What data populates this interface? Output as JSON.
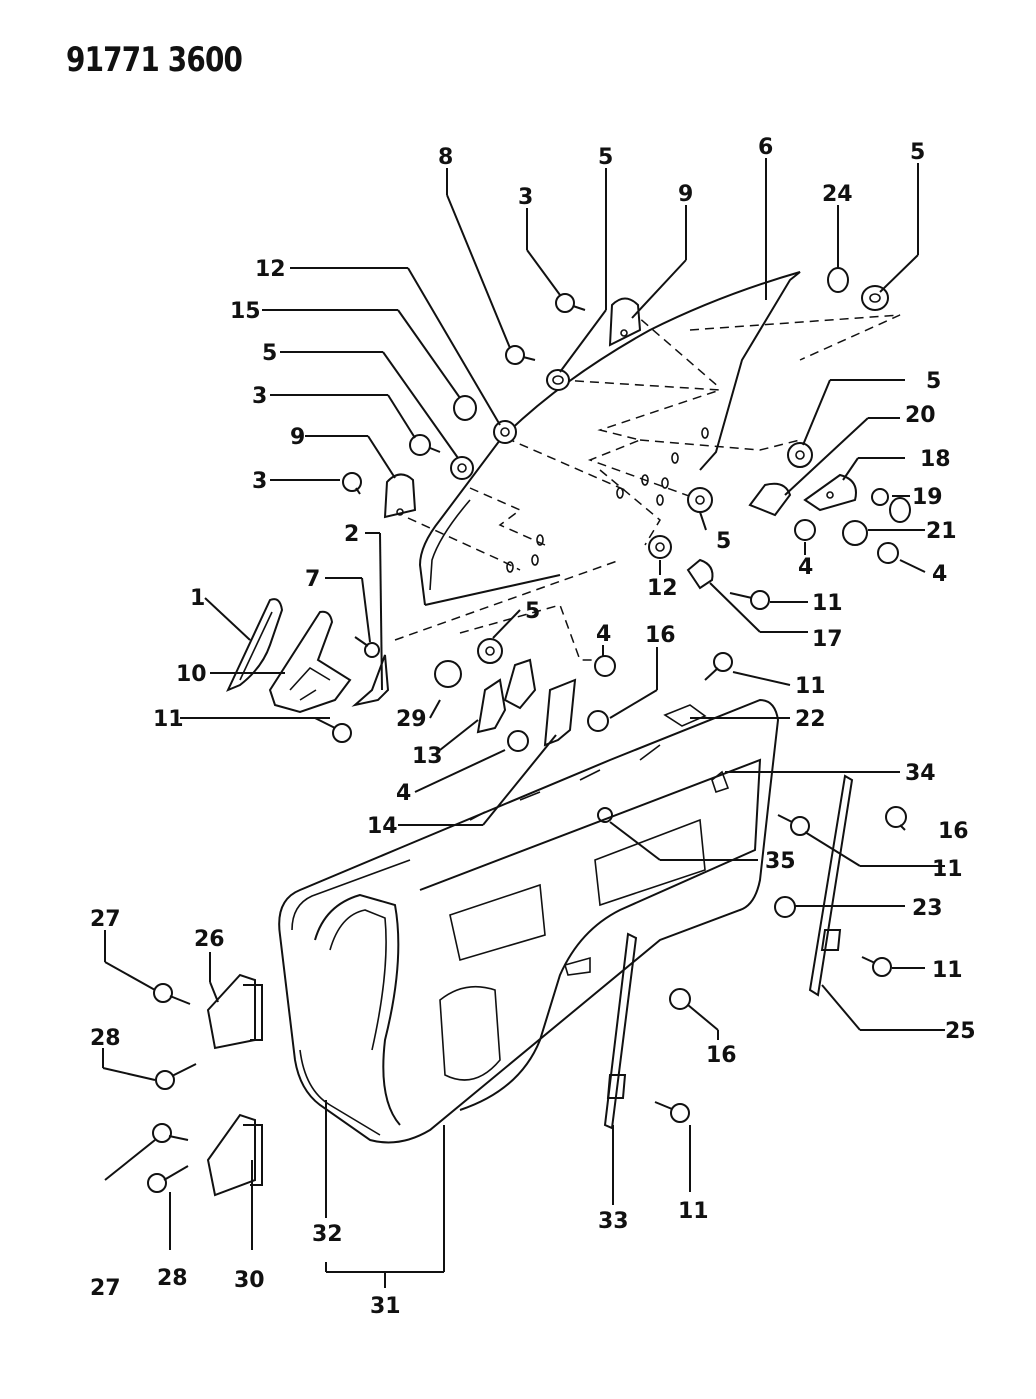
{
  "drawing_number": "91771 3600",
  "callouts": [
    {
      "id": "c8",
      "label": "8"
    },
    {
      "id": "c5a",
      "label": "5"
    },
    {
      "id": "c6",
      "label": "6"
    },
    {
      "id": "c5b",
      "label": "5"
    },
    {
      "id": "c3a",
      "label": "3"
    },
    {
      "id": "c9a",
      "label": "9"
    },
    {
      "id": "c24",
      "label": "24"
    },
    {
      "id": "c12a",
      "label": "12"
    },
    {
      "id": "c15",
      "label": "15"
    },
    {
      "id": "c5c",
      "label": "5"
    },
    {
      "id": "c3b",
      "label": "3"
    },
    {
      "id": "c5d",
      "label": "5"
    },
    {
      "id": "c20",
      "label": "20"
    },
    {
      "id": "c9b",
      "label": "9"
    },
    {
      "id": "c18",
      "label": "18"
    },
    {
      "id": "c3c",
      "label": "3"
    },
    {
      "id": "c19",
      "label": "19"
    },
    {
      "id": "c5e",
      "label": "5"
    },
    {
      "id": "c21",
      "label": "21"
    },
    {
      "id": "c2",
      "label": "2"
    },
    {
      "id": "c4a",
      "label": "4"
    },
    {
      "id": "c4b",
      "label": "4"
    },
    {
      "id": "c12b",
      "label": "12"
    },
    {
      "id": "c7",
      "label": "7"
    },
    {
      "id": "c11a",
      "label": "11"
    },
    {
      "id": "c1",
      "label": "1"
    },
    {
      "id": "c17",
      "label": "17"
    },
    {
      "id": "c5f",
      "label": "5"
    },
    {
      "id": "c4c",
      "label": "4"
    },
    {
      "id": "c16a",
      "label": "16"
    },
    {
      "id": "c10",
      "label": "10"
    },
    {
      "id": "c11b",
      "label": "11"
    },
    {
      "id": "c29",
      "label": "29"
    },
    {
      "id": "c22",
      "label": "22"
    },
    {
      "id": "c11c",
      "label": "11"
    },
    {
      "id": "c13",
      "label": "13"
    },
    {
      "id": "c34",
      "label": "34"
    },
    {
      "id": "c4d",
      "label": "4"
    },
    {
      "id": "c14",
      "label": "14"
    },
    {
      "id": "c16b",
      "label": "16"
    },
    {
      "id": "c11d",
      "label": "11"
    },
    {
      "id": "c35",
      "label": "35"
    },
    {
      "id": "c23",
      "label": "23"
    },
    {
      "id": "c27a",
      "label": "27"
    },
    {
      "id": "c26",
      "label": "26"
    },
    {
      "id": "c11e",
      "label": "11"
    },
    {
      "id": "c28a",
      "label": "28"
    },
    {
      "id": "c25",
      "label": "25"
    },
    {
      "id": "c16c",
      "label": "16"
    },
    {
      "id": "c27b",
      "label": "27"
    },
    {
      "id": "c28b",
      "label": "28"
    },
    {
      "id": "c30",
      "label": "30"
    },
    {
      "id": "c32",
      "label": "32"
    },
    {
      "id": "c33",
      "label": "33"
    },
    {
      "id": "c11f",
      "label": "11"
    },
    {
      "id": "c31",
      "label": "31"
    }
  ]
}
